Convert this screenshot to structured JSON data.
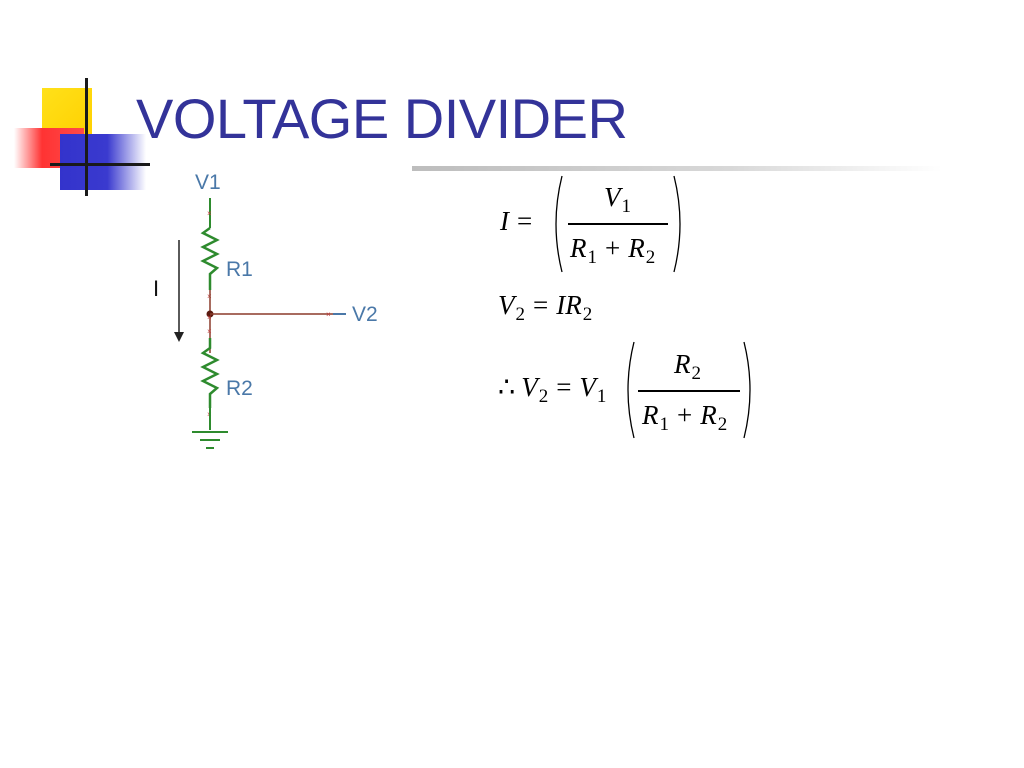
{
  "slide": {
    "title": "VOLTAGE DIVIDER"
  },
  "circuit": {
    "v1_label": "V1",
    "v2_label": "V2",
    "r1_label": "R1",
    "r2_label": "R2",
    "current_label": "I",
    "wire_color": "#8b3a2a",
    "resistor_color": "#2e8b2e",
    "label_color": "#4a78a8"
  },
  "equations": {
    "eq1": {
      "lhs": "I",
      "equals": "=",
      "num_var": "V",
      "num_sub": "1",
      "den_a": "R",
      "den_a_sub": "1",
      "plus": "+",
      "den_b": "R",
      "den_b_sub": "2"
    },
    "eq2": {
      "lhs": "V",
      "lhs_sub": "2",
      "equals": "=",
      "rhs_a": "IR",
      "rhs_a_sub": "2"
    },
    "eq3": {
      "therefore": "∴",
      "lhs": "V",
      "lhs_sub": "2",
      "equals": "=",
      "factor": "V",
      "factor_sub": "1",
      "num_var": "R",
      "num_sub": "2",
      "den_a": "R",
      "den_a_sub": "1",
      "plus": "+",
      "den_b": "R",
      "den_b_sub": "2"
    }
  },
  "colors": {
    "title": "#333399",
    "logo_yellow": "#ffd000",
    "logo_red": "#ff3333",
    "logo_blue": "#3333cc"
  }
}
